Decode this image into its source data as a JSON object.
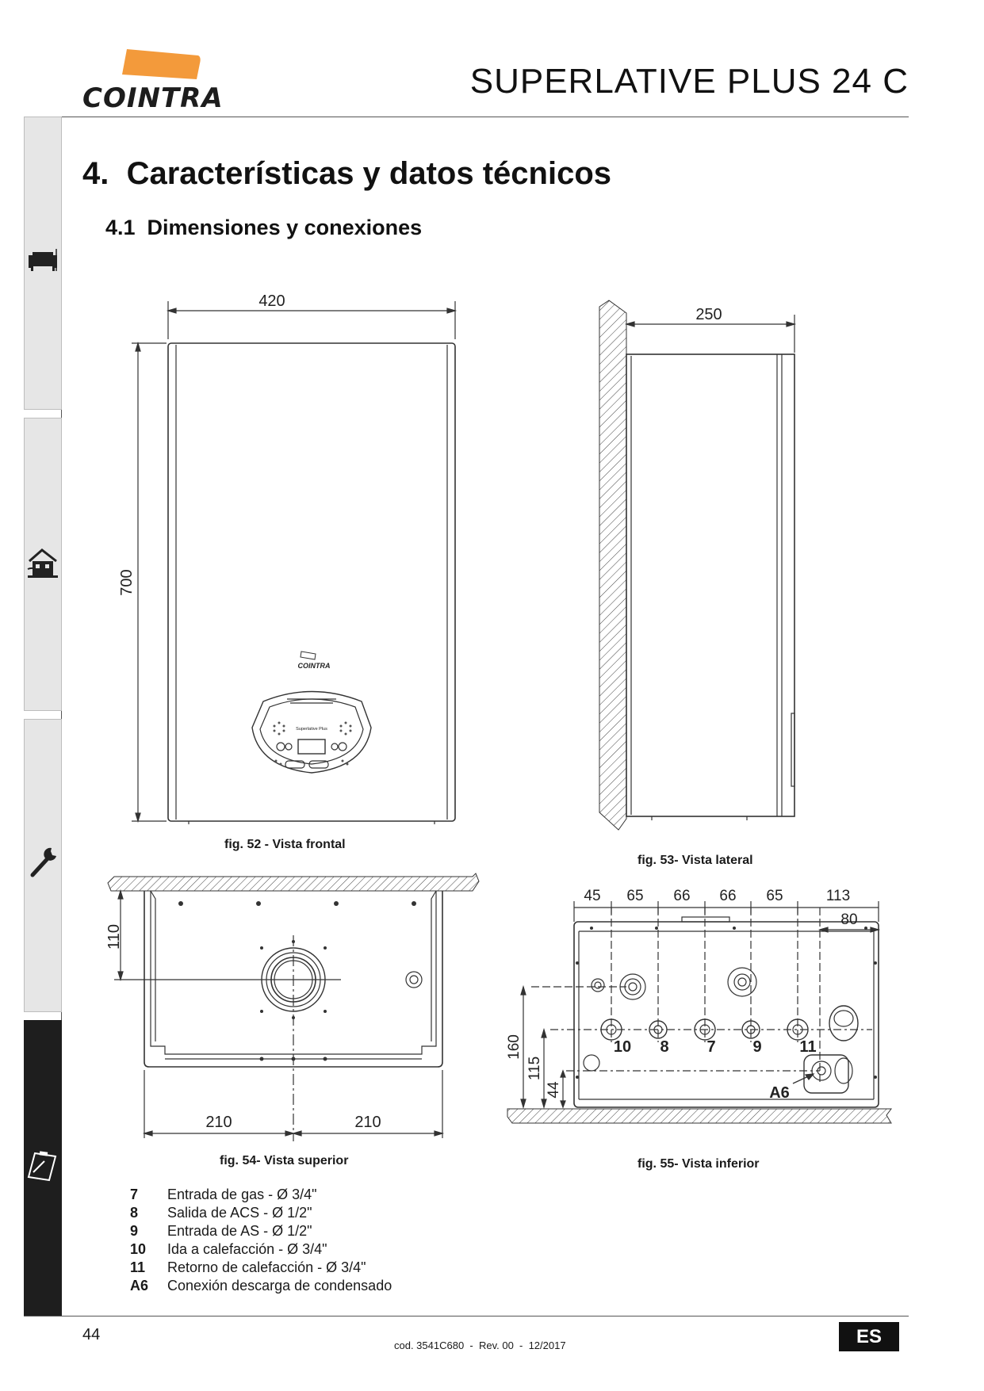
{
  "header": {
    "brand": "COINTRA",
    "product": "SUPERLATIVE PLUS 24 C"
  },
  "section": {
    "title": "4.  Características y datos técnicos",
    "subtitle": "4.1  Dimensiones y conexiones"
  },
  "sidebar": {
    "tabs": [
      {
        "icon": "sofa-icon",
        "active": false
      },
      {
        "icon": "house-icon",
        "active": false
      },
      {
        "icon": "wrench-icon",
        "active": false
      },
      {
        "icon": "clipboard-icon",
        "active": true
      }
    ]
  },
  "figures": {
    "front": {
      "caption": "fig. 52 - Vista frontal",
      "width_label": "420",
      "height_label": "700",
      "panel_brand": "COINTRA",
      "panel_model": "Superlative Plus"
    },
    "side": {
      "caption": "fig. 53- Vista lateral",
      "depth_label": "250"
    },
    "top": {
      "caption": "fig. 54- Vista superior",
      "dim_110": "110",
      "dim_left": "210",
      "dim_right": "210"
    },
    "bottom": {
      "caption": "fig. 55- Vista inferior",
      "spacings": [
        "45",
        "65",
        "66",
        "66",
        "65",
        "113"
      ],
      "dim_80": "80",
      "heights": [
        "160",
        "115",
        "44"
      ],
      "connection_labels": [
        "10",
        "8",
        "7",
        "9",
        "11",
        "A6"
      ]
    }
  },
  "legend": [
    {
      "code": "7",
      "desc": "Entrada de gas - Ø 3/4\""
    },
    {
      "code": "8",
      "desc": "Salida de ACS - Ø 1/2\""
    },
    {
      "code": "9",
      "desc": "Entrada de AS - Ø 1/2\""
    },
    {
      "code": "10",
      "desc": "Ida a calefacción - Ø 3/4\""
    },
    {
      "code": "11",
      "desc": "Retorno de calefacción - Ø 3/4\""
    },
    {
      "code": "A6",
      "desc": "Conexión descarga de condensado"
    }
  ],
  "footer": {
    "page_number": "44",
    "doc_code": "cod. 3541C680  -  Rev. 00  -  12/2017",
    "language": "ES"
  },
  "colors": {
    "logo_orange": "#f39a3b",
    "rule": "#555555",
    "sidebar_tab": "#e6e6e6",
    "sidebar_active": "#1e1e1e"
  }
}
